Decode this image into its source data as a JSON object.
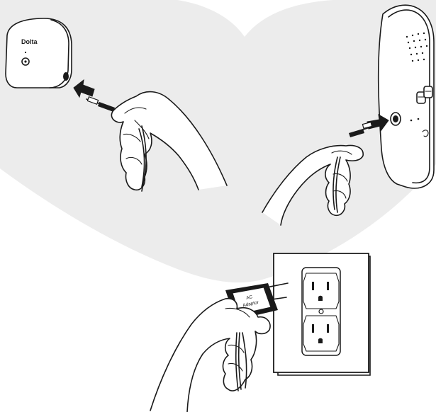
{
  "colors": {
    "background_shape": "#ececec",
    "ink": "#1a1a1a",
    "adapter_body": "#1a1a1a",
    "wall_plate": "#ffffff"
  },
  "base_unit": {
    "brand_logo": "Dolta"
  },
  "adapter": {
    "label_line1": "AC",
    "label_line2": "Adaptor"
  },
  "icons": [
    "arrow-icon",
    "arrow-icon",
    "hand-icon",
    "hand-icon",
    "hand-icon",
    "outlet-icon"
  ]
}
